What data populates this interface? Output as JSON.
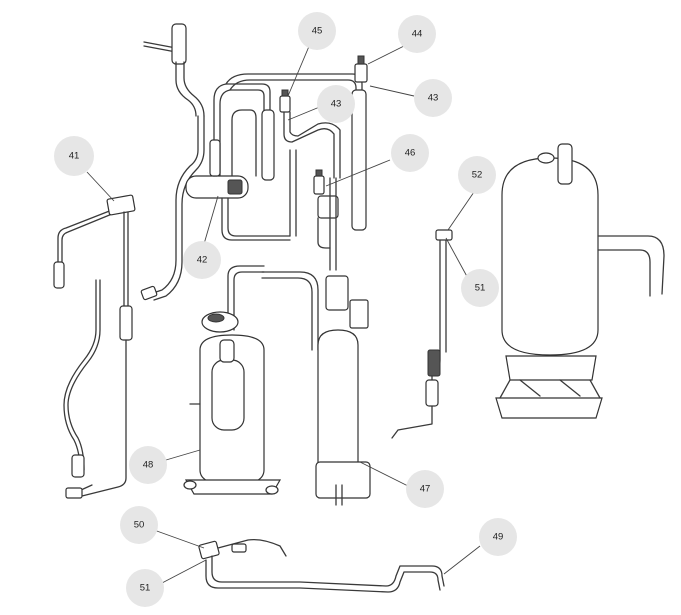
{
  "callouts": [
    {
      "id": "c41",
      "label": "41"
    },
    {
      "id": "c42",
      "label": "42"
    },
    {
      "id": "c43a",
      "label": "43"
    },
    {
      "id": "c43b",
      "label": "43"
    },
    {
      "id": "c44",
      "label": "44"
    },
    {
      "id": "c45",
      "label": "45"
    },
    {
      "id": "c46",
      "label": "46"
    },
    {
      "id": "c47",
      "label": "47"
    },
    {
      "id": "c48",
      "label": "48"
    },
    {
      "id": "c49",
      "label": "49"
    },
    {
      "id": "c50",
      "label": "50"
    },
    {
      "id": "c51a",
      "label": "51"
    },
    {
      "id": "c51b",
      "label": "51"
    },
    {
      "id": "c52",
      "label": "52"
    }
  ]
}
